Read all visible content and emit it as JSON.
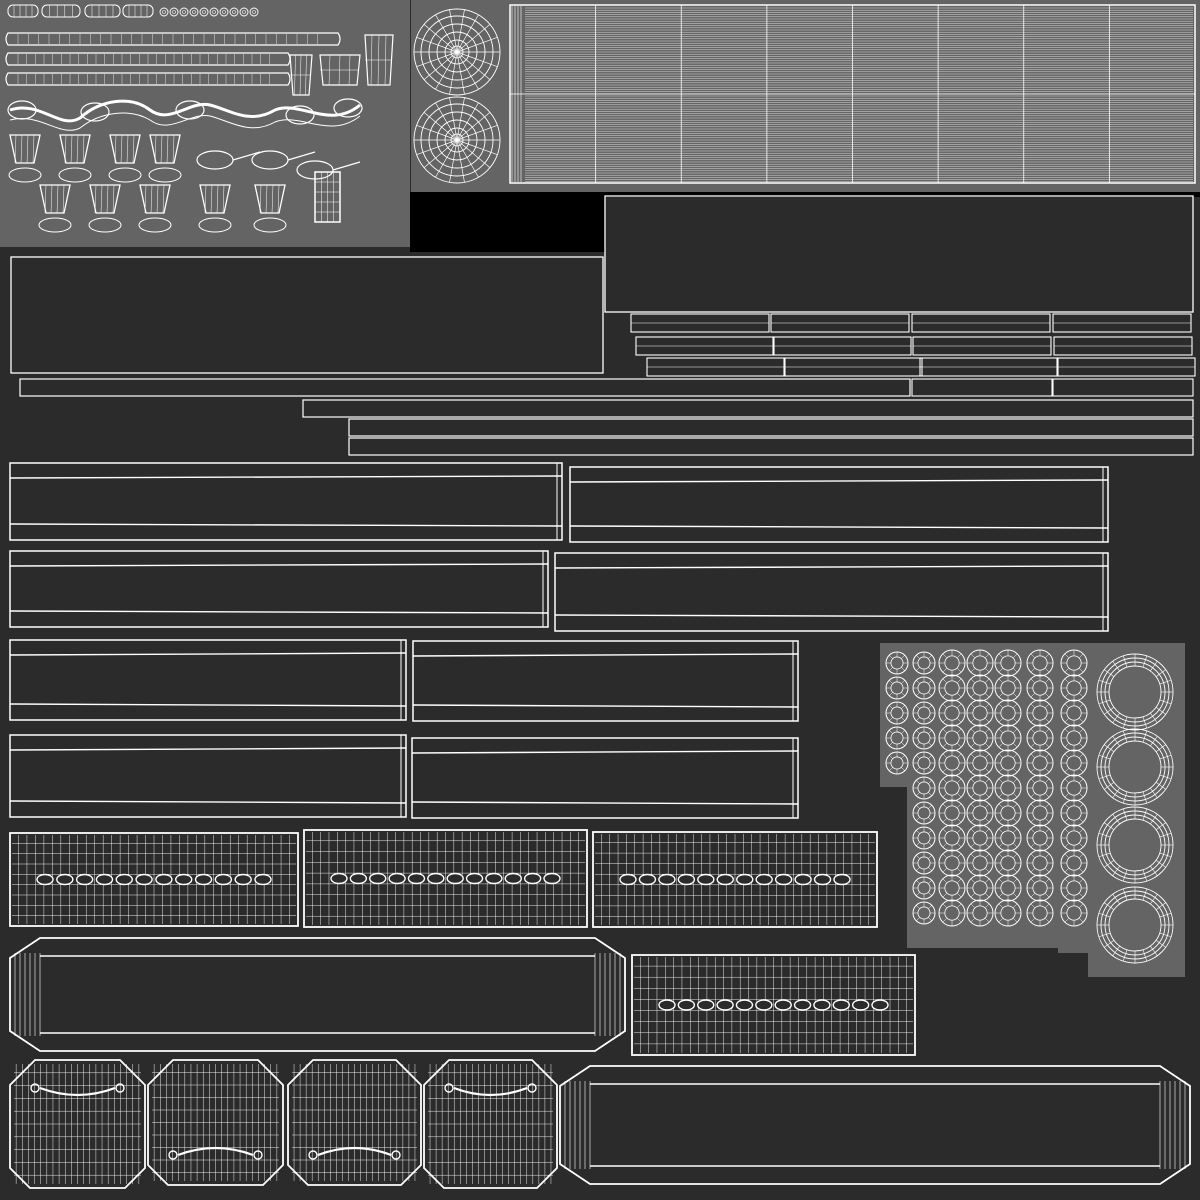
{
  "canvas": {
    "background": "#2b2b2b",
    "island_gray": "#646464",
    "void_black": "#000000",
    "wire_color": "#ffffff"
  },
  "groups": [
    {
      "name": "small-parts-atlas",
      "kind": "mixed-parts"
    },
    {
      "name": "wheel-hubs",
      "kind": "radial-disc",
      "count": 2
    },
    {
      "name": "long-strip-grid",
      "kind": "dense-grid"
    },
    {
      "name": "plank-panels",
      "kind": "rectangle-panels"
    },
    {
      "name": "ring-cluster",
      "kind": "rings"
    },
    {
      "name": "perforated-panels",
      "kind": "grid-with-holes",
      "count": 4
    },
    {
      "name": "beam-boxes",
      "kind": "tapered-box",
      "count": 2
    },
    {
      "name": "handle-plates",
      "kind": "plates-with-handle",
      "count": 4
    }
  ]
}
